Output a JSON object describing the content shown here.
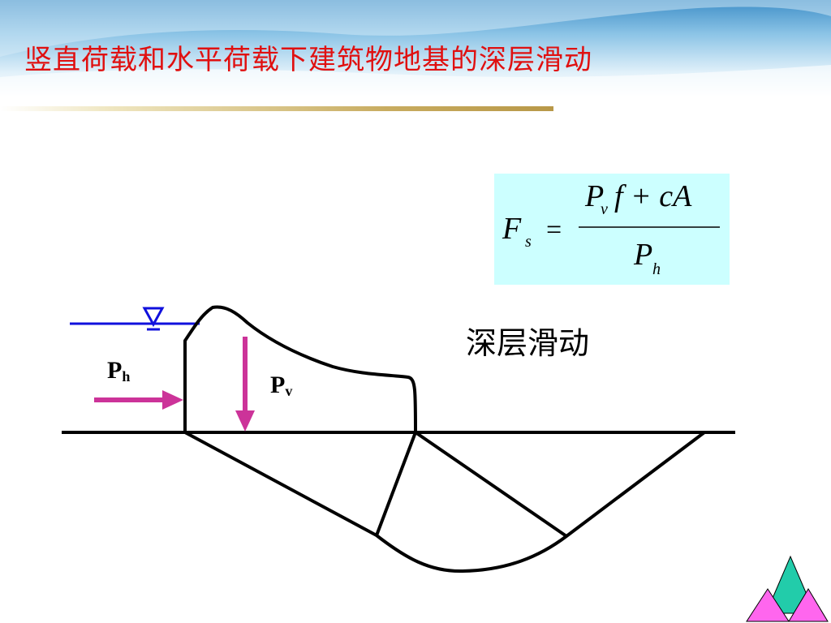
{
  "slide": {
    "title": "竖直荷载和水平荷载下建筑物地基的深层滑动"
  },
  "formula": {
    "lhs_symbol": "F",
    "lhs_subscript": "s",
    "equals": "=",
    "numerator_p": "P",
    "numerator_p_sub": "v",
    "numerator_rest": "f + cA",
    "denominator_p": "P",
    "denominator_p_sub": "h"
  },
  "diagram": {
    "deep_slide_label": "深层滑动",
    "ph_main": "P",
    "ph_sub": "h",
    "pv_main": "P",
    "pv_sub": "v"
  },
  "colors": {
    "title_red": "#e01010",
    "formula_bg": "#ccffff",
    "arrow_magenta": "#cc3399",
    "water_blue": "#1010dd",
    "logo_teal": "#22ccaa",
    "logo_pink": "#ff66ee"
  }
}
